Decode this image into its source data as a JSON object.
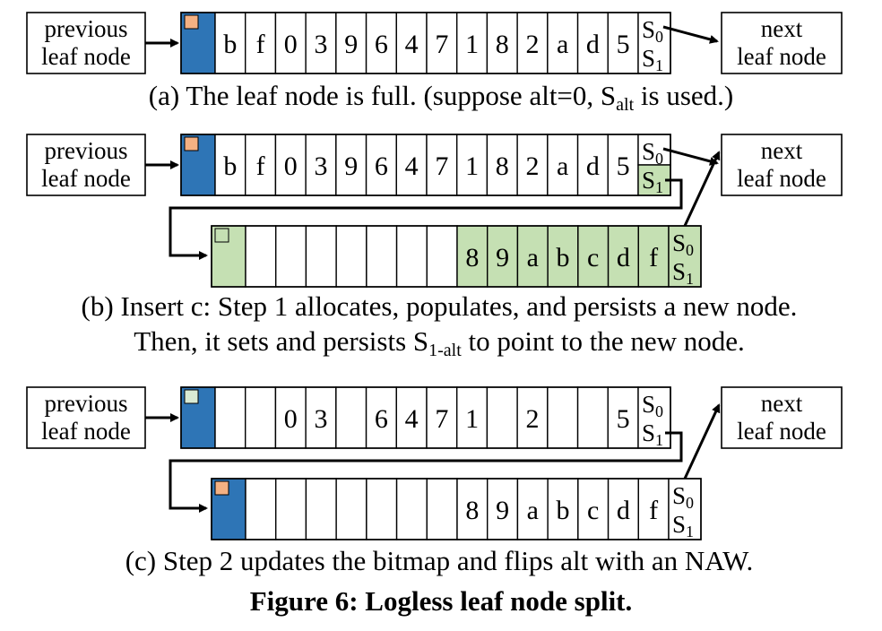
{
  "labels": {
    "previous": [
      "previous",
      "leaf node"
    ],
    "next": [
      "next",
      "leaf node"
    ],
    "s0": "S",
    "s0_sub": "0",
    "s1": "S",
    "s1_sub": "1"
  },
  "panel_a": {
    "keys": [
      "b",
      "f",
      "0",
      "3",
      "9",
      "6",
      "4",
      "7",
      "1",
      "8",
      "2",
      "a",
      "d",
      "5"
    ],
    "caption_pre": "(a) The leaf node is full. (suppose alt=0, S",
    "caption_sub": "alt",
    "caption_post": " is used.)"
  },
  "panel_b": {
    "keys": [
      "b",
      "f",
      "0",
      "3",
      "9",
      "6",
      "4",
      "7",
      "1",
      "8",
      "2",
      "a",
      "d",
      "5"
    ],
    "new_keys": [
      "",
      "",
      "",
      "",
      "",
      "",
      "",
      "8",
      "9",
      "a",
      "b",
      "c",
      "d",
      "f"
    ],
    "caption_line1": "(b) Insert c: Step 1 allocates, populates, and persists a new node.",
    "caption_line2_pre": "Then, it sets and persists S",
    "caption_line2_sub": "1-alt",
    "caption_line2_post": " to point to the new node."
  },
  "panel_c": {
    "keys": [
      "",
      "",
      "0",
      "3",
      "",
      "6",
      "4",
      "7",
      "1",
      "",
      "2",
      "",
      "",
      "5"
    ],
    "new_keys": [
      "",
      "",
      "",
      "",
      "",
      "",
      "",
      "8",
      "9",
      "a",
      "b",
      "c",
      "d",
      "f"
    ],
    "caption": "(c) Step 2 updates the bitmap and flips alt with an NAW."
  },
  "figure_title": "Figure 6: Logless leaf node split.",
  "colors": {
    "bitmap_blue": "#2e75b6",
    "flag_orange": "#f4b183",
    "new_node_green": "#c5e0b3",
    "flag_pale_green": "#d9ead3"
  }
}
